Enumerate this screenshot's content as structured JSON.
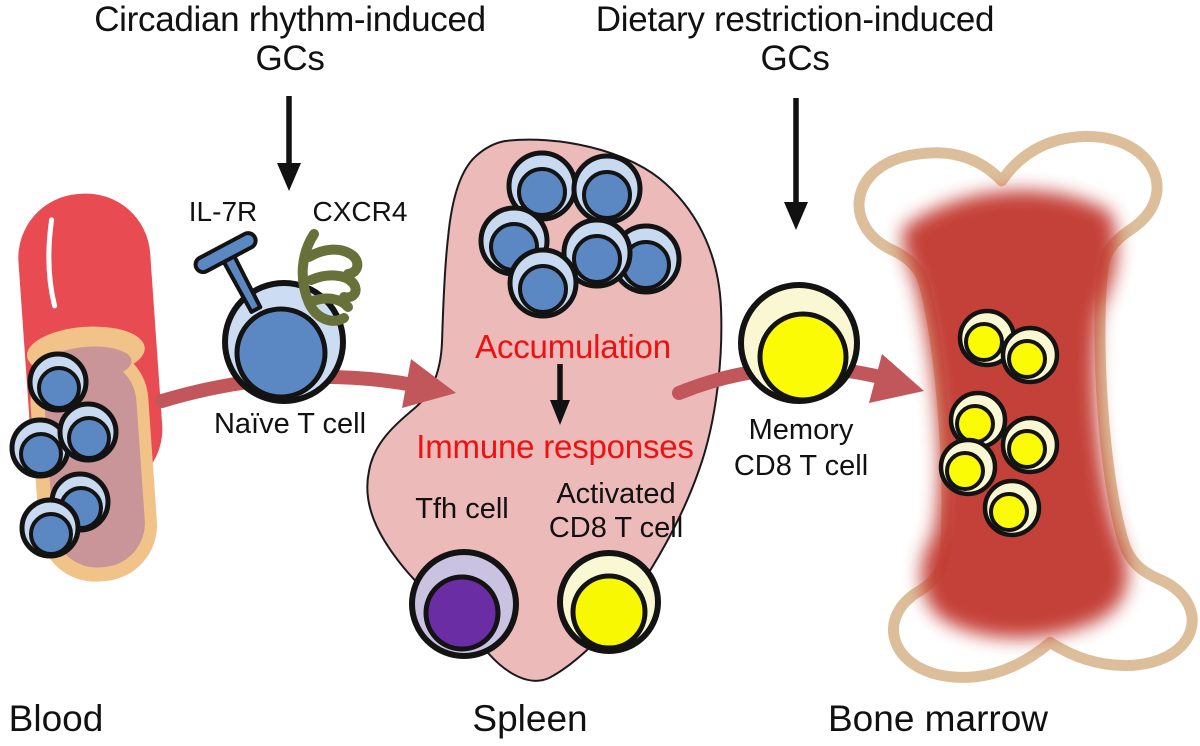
{
  "header": {
    "left_title_line1": "Circadian rhythm-induced",
    "left_title_line2": "GCs",
    "right_title_line1": "Dietary restriction-induced",
    "right_title_line2": "GCs"
  },
  "blood": {
    "label": "Blood"
  },
  "naive_cell": {
    "label": "Naïve T cell",
    "receptor_left": "IL-7R",
    "receptor_right": "CXCR4"
  },
  "spleen": {
    "label": "Spleen",
    "process_1": "Accumulation",
    "process_2": "Immune responses",
    "tfh_label": "Tfh cell",
    "activated_label_line1": "Activated",
    "activated_label_line2": "CD8 T cell"
  },
  "memory_cell": {
    "label_line1": "Memory",
    "label_line2": "CD8 T cell"
  },
  "bone_marrow": {
    "label": "Bone marrow"
  },
  "colors": {
    "red_text": "#ee1111",
    "arrow_red": "#c2575b",
    "vessel_red": "#e84c52",
    "vessel_wall_tan": "#f2c389",
    "vessel_lumen_pink": "#ca9598",
    "spleen_pink": "#ecbab8",
    "t_cell_blue": "#5b87c3",
    "t_cell_blue_light": "#c8daf1",
    "yellow_cell": "#fbfb06",
    "yellow_cell_pale": "#faf8d2",
    "tfh_purple": "#6b2da3",
    "tfh_lavender": "#c9c2e1",
    "cxcr4_olive": "#68713a",
    "il7r_blue": "#5b87c3",
    "bone_outline_tan": "#dcbf9a",
    "marrow_red": "#c23b32"
  }
}
